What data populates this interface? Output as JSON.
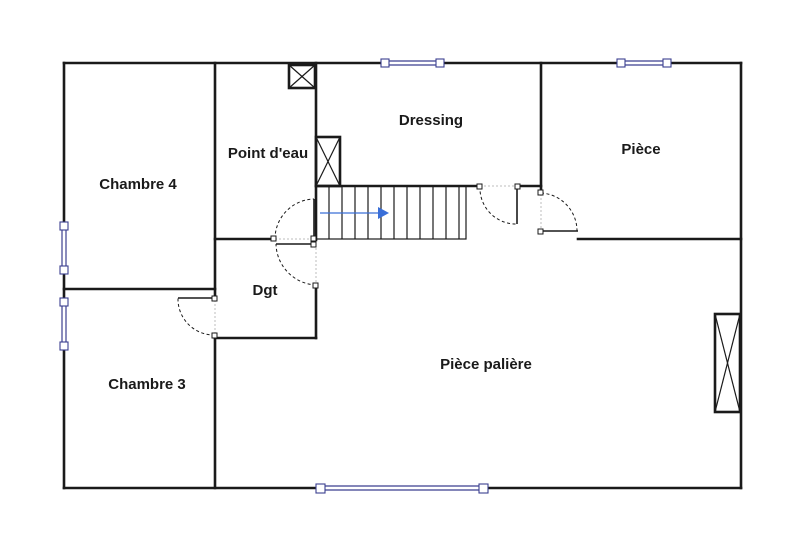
{
  "colors": {
    "wall": "#1a1a1a",
    "window": "#3b3f8f",
    "stair_arrow": "#3a6fd8",
    "background": "#ffffff"
  },
  "rooms": {
    "chambre_4": "Chambre 4",
    "point_eau": "Point d'eau",
    "dressing": "Dressing",
    "piece": "Pièce",
    "dgt": "Dgt",
    "chambre_3": "Chambre 3",
    "piece_paliere": "Pièce palière"
  },
  "icons": {
    "stair_direction": "arrow-right-icon",
    "duct": "cross-box-icon"
  }
}
